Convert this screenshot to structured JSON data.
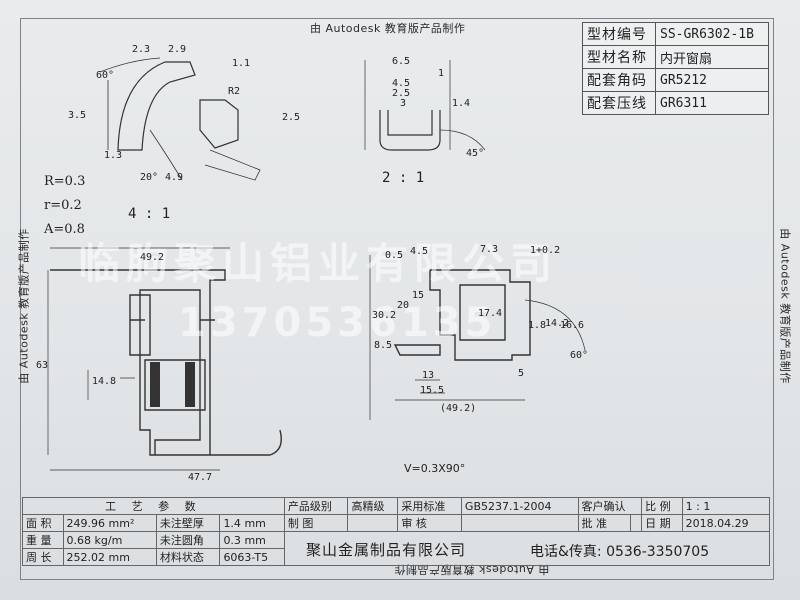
{
  "watermark": "由 Autodesk 教育版产品制作",
  "info_table": [
    {
      "key": "型材编号",
      "value": "SS-GR6302-1B"
    },
    {
      "key": "型材名称",
      "value": "内开窗扇"
    },
    {
      "key": "配套角码",
      "value": "GR5212"
    },
    {
      "key": "配套压线",
      "value": "GR6311"
    }
  ],
  "params": {
    "r_big": "R=0.3",
    "r_small": "r=0.2",
    "a": "A=0.8"
  },
  "scale_4_1": "4 : 1",
  "scale_2_1": "2 : 1",
  "overlay": {
    "line1": "临朐聚山铝业有限公司",
    "line2": "1370536135"
  },
  "v_note": "V=0.3X90°",
  "dims_main": {
    "top": "49.2",
    "height": "63",
    "bottom": "47.7",
    "side": "14.8"
  },
  "dims_right": {
    "d1": "4.5",
    "d2": "7.3",
    "d3": "0.5",
    "d4": "20",
    "d5": "15",
    "d6": "17.4",
    "d7": "30.2",
    "d8": "8.5",
    "d9": "13",
    "d10": "15.5",
    "d11": "(49.2)",
    "d12": "5",
    "d13": "16.6",
    "d14": "14.2",
    "d15": "1.8",
    "d16": "60°",
    "d17": "1+0.2"
  },
  "dims_detail": {
    "a": "2.3",
    "b": "2.9",
    "c": "1.1",
    "d": "3.5",
    "e": "1.3",
    "f": "4.9",
    "g": "2.5",
    "h": "6.5",
    "i": "4.5",
    "j": "2.5",
    "k": "3",
    "l": "1",
    "m": "1.4",
    "n": "45°",
    "o": "R2",
    "p": "20°",
    "q": "60°"
  },
  "bottom": {
    "gongyi": "工 艺 参 数",
    "area_k": "面 积",
    "area_v": "249.96",
    "area_u": "mm²",
    "weight_k": "重 量",
    "weight_v": "0.68",
    "weight_u": "kg/m",
    "perim_k": "周 长",
    "perim_v": "252.02",
    "perim_u": "mm",
    "wall_k": "未注壁厚",
    "wall_v": "1.4",
    "wall_u": "mm",
    "round_k": "未注圆角",
    "round_v": "0.3",
    "round_u": "mm",
    "mat_k": "材料状态",
    "mat_v": "6063-T5",
    "grade_k": "产品级别",
    "grade_v": "高精级",
    "std_k": "采用标准",
    "std_v": "GB5237.1-2004",
    "confirm_k": "客户确认",
    "ratio_k": "比 例",
    "ratio_v": "1 : 1",
    "draw_k": "制 图",
    "review_k": "审 核",
    "approve_k": "批 准",
    "date_k": "日 期",
    "date_v": "2018.04.29"
  },
  "company": "聚山金属制品有限公司",
  "phone": "电话&传真: 0536-3350705"
}
